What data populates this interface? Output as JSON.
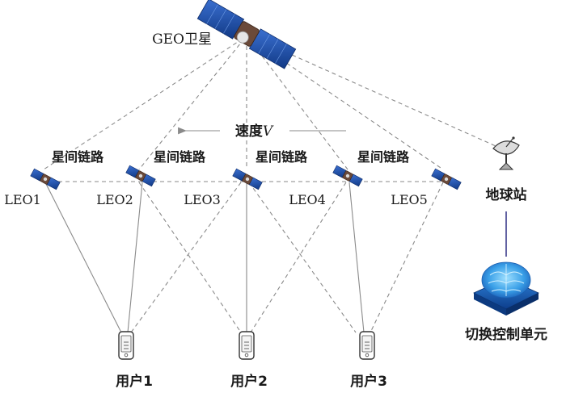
{
  "geo": {
    "label": "GEO卫星"
  },
  "velocity": {
    "label": "速度",
    "symbol": "V"
  },
  "isl_label": "星间链路",
  "leo": [
    {
      "id": "LEO1",
      "label": "LEO1"
    },
    {
      "id": "LEO2",
      "label": "LEO2"
    },
    {
      "id": "LEO3",
      "label": "LEO3"
    },
    {
      "id": "LEO4",
      "label": "LEO4"
    },
    {
      "id": "LEO5",
      "label": "LEO5"
    }
  ],
  "users": [
    {
      "label": "用户1"
    },
    {
      "label": "用户2"
    },
    {
      "label": "用户3"
    }
  ],
  "ground_station": {
    "label": "地球站"
  },
  "control_unit": {
    "label": "切换控制单元"
  },
  "colors": {
    "panel_blue": "#1e4fa3",
    "brain_blue": "#3aa0e8",
    "link_gray": "#8a8a8a"
  }
}
